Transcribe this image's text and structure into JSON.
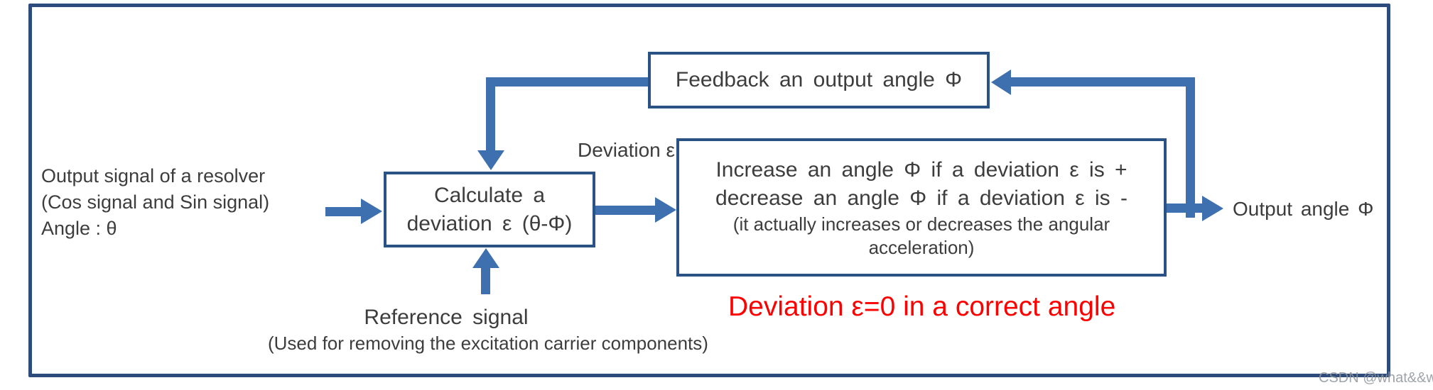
{
  "diagram": {
    "colors": {
      "arrow": "#3e6fae",
      "box_border": "#2a5284",
      "outer_frame": "#2e4c7b",
      "text": "#3d3d3d",
      "note": "#ff0000",
      "watermark": "#8e959b"
    },
    "input_label": {
      "lines": [
        "Output signal of a resolver",
        "(Cos signal and Sin signal)",
        "Angle : θ"
      ]
    },
    "calc_box": {
      "lines": [
        "Calculate a",
        "deviation ε (θ-Φ)"
      ]
    },
    "deviation_label": "Deviation ε",
    "action_box": {
      "lines_main": [
        "Increase an angle Φ if a deviation ε is +",
        "decrease an angle Φ if a deviation ε is -"
      ],
      "lines_sub": [
        "(it actually increases or decreases the angular",
        "acceleration)"
      ]
    },
    "feedback_box": {
      "label": "Feedback an output angle Φ"
    },
    "output_label": "Output angle Φ",
    "reference_label": {
      "title": "Reference signal",
      "subtitle": "(Used for removing the excitation carrier components)"
    },
    "note": "Deviation ε=0 in a correct angle",
    "watermark": "CSDN @what&&why"
  }
}
